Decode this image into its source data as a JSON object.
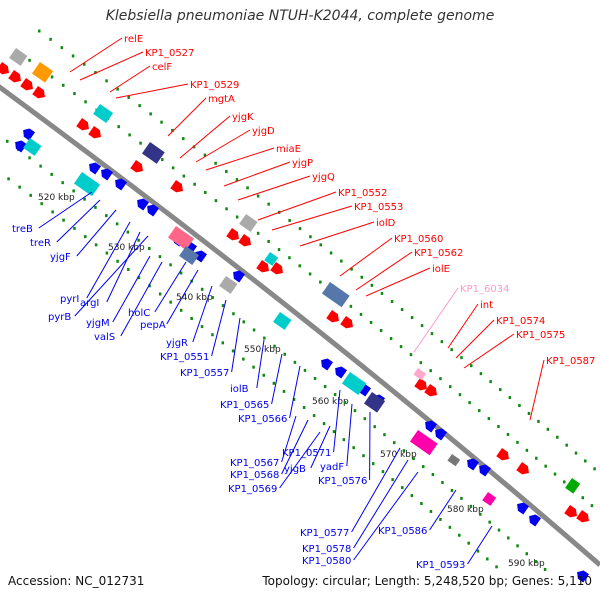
{
  "title": "Klebsiella pneumoniae NTUH-K2044, complete genome",
  "footer": {
    "accession": "Accession: NC_012731",
    "summary": "Topology: circular; Length: 5,248,520 bp; Genes: 5,110"
  },
  "colors": {
    "forward_gene": "#ff0000",
    "reverse_gene": "#0000ee",
    "highlight_label": "#ff99cc",
    "tick": "#118811",
    "backbone": "#888888"
  },
  "kbp_ticks": [
    "520 kbp",
    "530 kbp",
    "540 kbp",
    "550 kbp",
    "560 kbp",
    "570 kbp",
    "580 kbp",
    "590 kbp"
  ],
  "forward_labels": [
    "relE",
    "KP1_0527",
    "celF",
    "KP1_0529",
    "mgtA",
    "yjgK",
    "yjgD",
    "miaE",
    "yjgP",
    "yjgQ",
    "KP1_0552",
    "KP1_0553",
    "iolD",
    "KP1_0560",
    "KP1_0562",
    "iolE",
    "KP1_6034",
    "int",
    "KP1_0574",
    "KP1_0575",
    "KP1_0587"
  ],
  "reverse_labels": [
    "treB",
    "treR",
    "yjgF",
    "pyrI",
    "argI",
    "pyrB",
    "yjgM",
    "valS",
    "holC",
    "pepA",
    "yjgR",
    "KP1_0551",
    "KP1_0557",
    "iolB",
    "KP1_0565",
    "KP1_0566",
    "KP1_0571",
    "KP1_0567",
    "KP1_0568",
    "yjgB",
    "KP1_0569",
    "yadF",
    "KP1_0576",
    "KP1_0577",
    "KP1_0578",
    "KP1_0580",
    "KP1_0586",
    "KP1_0593"
  ]
}
